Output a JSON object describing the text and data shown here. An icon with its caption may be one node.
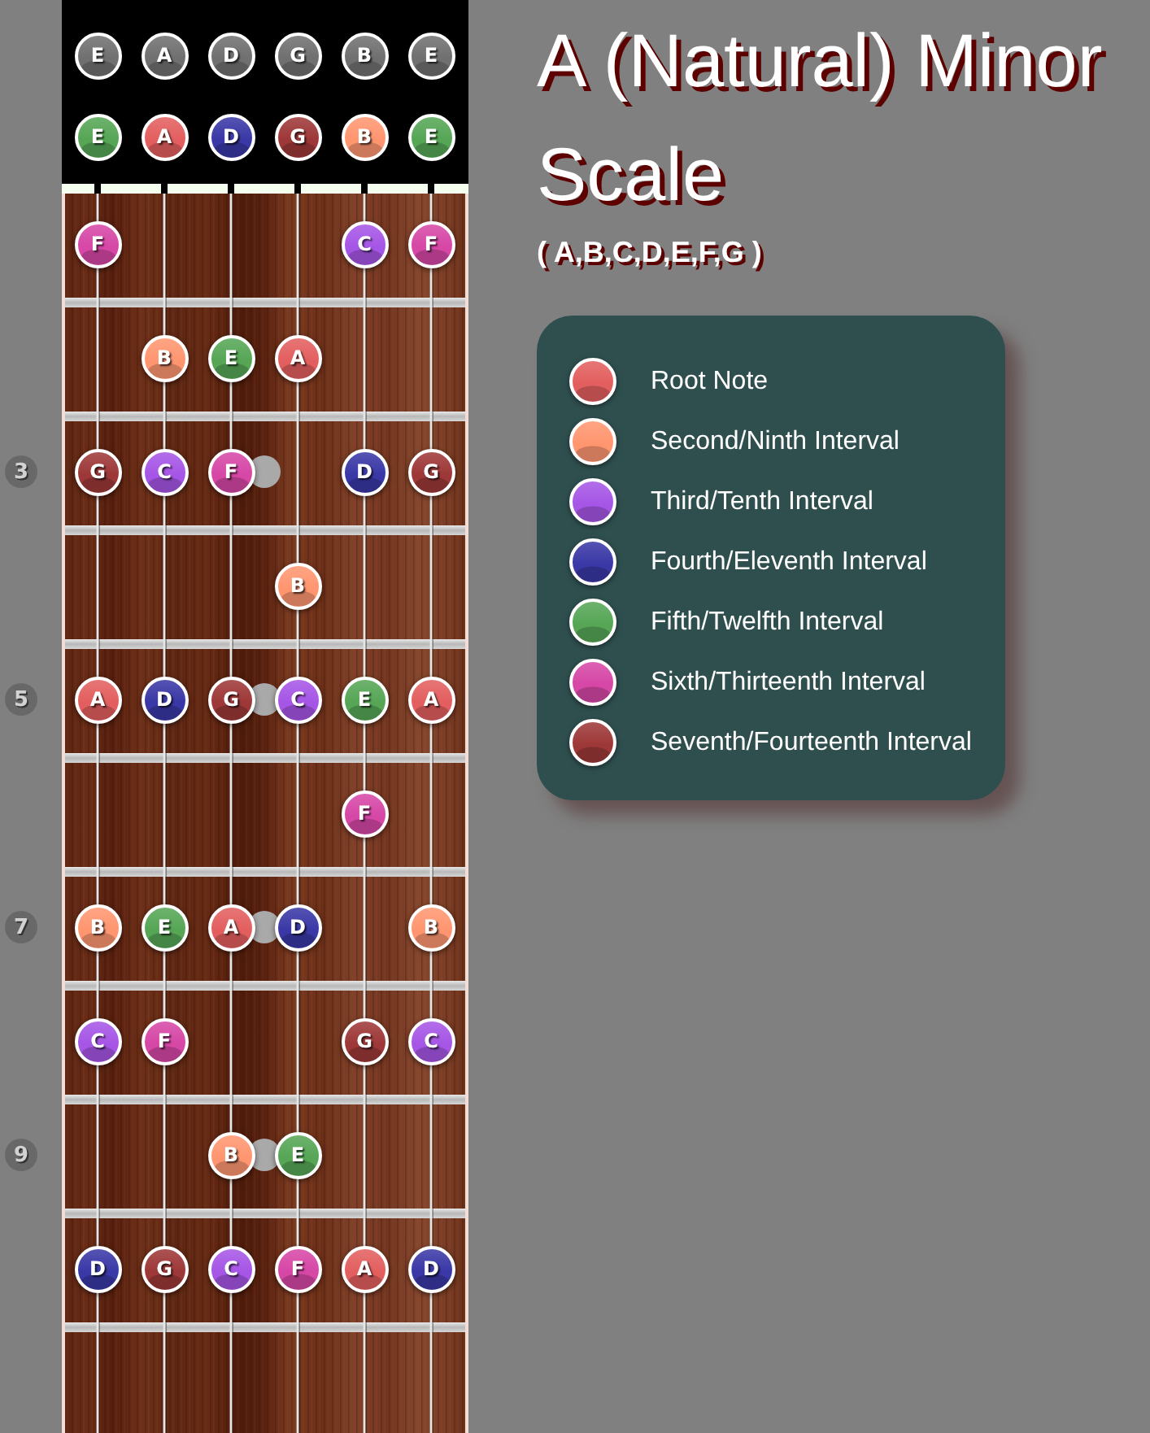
{
  "diagram": {
    "title": "A (Natural) Minor Scale",
    "nodes": [
      {
        "text": [
          "E"
        ]
      },
      {
        "text": [
          "A"
        ]
      },
      {
        "text": [
          "D"
        ]
      },
      {
        "text": [
          "G"
        ]
      },
      {
        "text": [
          "B"
        ]
      },
      {
        "text": [
          "E"
        ]
      },
      {
        "text": [
          "E"
        ]
      },
      {
        "text": [
          "A"
        ]
      },
      {
        "text": [
          "D"
        ]
      },
      {
        "text": [
          "G"
        ]
      },
      {
        "text": [
          "B"
        ]
      },
      {
        "text": [
          "E"
        ]
      },
      {
        "text": [
          "F"
        ]
      },
      {
        "text": [
          "C"
        ]
      },
      {
        "text": [
          "F"
        ]
      },
      {
        "text": [
          "B"
        ]
      },
      {
        "text": [
          "E"
        ]
      },
      {
        "text": [
          "A"
        ]
      },
      {
        "text": [
          "3"
        ]
      },
      {
        "text": [
          "G"
        ]
      },
      {
        "text": [
          "C"
        ]
      },
      {
        "text": [
          "F"
        ]
      },
      {
        "text": [
          "D"
        ]
      },
      {
        "text": [
          "G"
        ]
      },
      {
        "text": [
          "B"
        ]
      },
      {
        "text": [
          "5"
        ]
      },
      {
        "text": [
          "A"
        ]
      },
      {
        "text": [
          "D"
        ]
      },
      {
        "text": [
          "G"
        ]
      },
      {
        "text": [
          "C"
        ]
      },
      {
        "text": [
          "E"
        ]
      },
      {
        "text": [
          "A"
        ]
      },
      {
        "text": [
          "F"
        ]
      },
      {
        "text": [
          "7"
        ]
      },
      {
        "text": [
          "B"
        ]
      },
      {
        "text": [
          "E"
        ]
      },
      {
        "text": [
          "A"
        ]
      },
      {
        "text": [
          "D"
        ]
      },
      {
        "text": [
          "B"
        ]
      },
      {
        "text": [
          "C"
        ]
      },
      {
        "text": [
          "F"
        ]
      },
      {
        "text": [
          "G"
        ]
      },
      {
        "text": [
          "C"
        ]
      },
      {
        "text": [
          "9"
        ]
      },
      {
        "text": [
          "B"
        ]
      },
      {
        "text": [
          "E"
        ]
      },
      {
        "text": [
          "D"
        ]
      },
      {
        "text": [
          "G"
        ]
      },
      {
        "text": [
          "C"
        ]
      },
      {
        "text": [
          "F"
        ]
      },
      {
        "text": [
          "A"
        ]
      },
      {
        "text": [
          "D"
        ]
      }
    ],
    "labels": [
      "( A,B,C,D,E,F,G )"
    ],
    "legend": [
      {
        "text": "Root Note",
        "color": "#e35f5f"
      },
      {
        "text": "Second/Ninth Interval",
        "color": "#ff9670"
      },
      {
        "text": "Third/Tenth Interval",
        "color": "#a656e6"
      },
      {
        "text": "Fourth/Eleventh Interval",
        "color": "#3a38a6"
      },
      {
        "text": "Fifth/Twelfth Interval",
        "color": "#56a656"
      },
      {
        "text": "Sixth/Thirteenth Interval",
        "color": "#d647a6"
      },
      {
        "text": "Seventh/Fourteenth Interval",
        "color": "#9e3838"
      }
    ]
  }
}
